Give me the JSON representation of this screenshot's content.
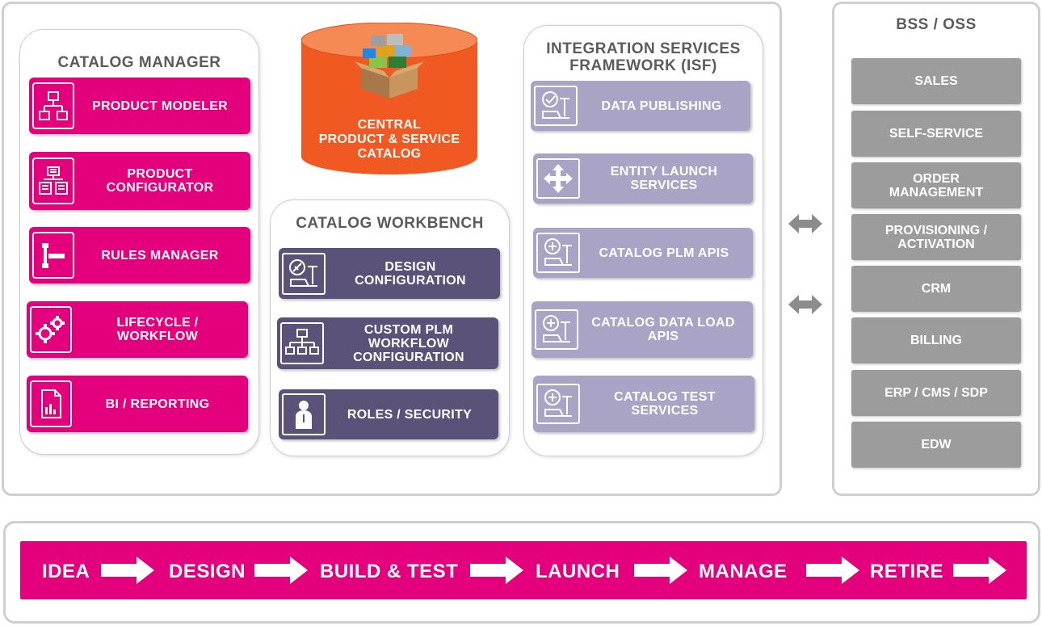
{
  "catalog_manager": {
    "title": "CATALOG MANAGER",
    "items": [
      {
        "label": "PRODUCT MODELER",
        "icon": "hierarchy-icon"
      },
      {
        "label": "PRODUCT\nCONFIGURATOR",
        "icon": "configurator-icon"
      },
      {
        "label": "RULES MANAGER",
        "icon": "gavel-icon"
      },
      {
        "label": "LIFECYCLE  /\nWORKFLOW",
        "icon": "gears-icon"
      },
      {
        "label": "BI / REPORTING",
        "icon": "report-icon"
      }
    ]
  },
  "central_catalog": {
    "label": "CENTRAL\nPRODUCT & SERVICE\nCATALOG",
    "icon": "box-of-blocks-icon"
  },
  "catalog_workbench": {
    "title": "CATALOG WORKBENCH",
    "items": [
      {
        "label": "DESIGN\nCONFIGURATION",
        "icon": "design-tool-icon"
      },
      {
        "label": "CUSTOM PLM\nWORKFLOW\nCONFIGURATION",
        "icon": "org-chart-icon"
      },
      {
        "label": "ROLES / SECURITY",
        "icon": "person-icon"
      }
    ]
  },
  "isf": {
    "title": "INTEGRATION SERVICES\nFRAMEWORK (ISF)",
    "items": [
      {
        "label": "DATA PUBLISHING",
        "icon": "publish-icon"
      },
      {
        "label": "ENTITY LAUNCH\nSERVICES",
        "icon": "move-arrows-icon"
      },
      {
        "label": "CATALOG PLM APIS",
        "icon": "api-icon"
      },
      {
        "label": "CATALOG DATA LOAD\nAPIS",
        "icon": "api-icon"
      },
      {
        "label": "CATALOG TEST\nSERVICES",
        "icon": "api-icon"
      }
    ]
  },
  "bss_oss": {
    "title": "BSS / OSS",
    "items": [
      "SALES",
      "SELF-SERVICE",
      "ORDER\nMANAGEMENT",
      "PROVISIONING /\nACTIVATION",
      "CRM",
      "BILLING",
      "ERP / CMS / SDP",
      "EDW"
    ]
  },
  "connectors": [
    "double-arrow-icon",
    "double-arrow-icon"
  ],
  "lifecycle": {
    "stages": [
      "IDEA",
      "DESIGN",
      "BUILD & TEST",
      "LAUNCH",
      "MANAGE",
      "RETIRE"
    ]
  },
  "colors": {
    "magenta": "#e4007c",
    "navy": "#5a5278",
    "lavender": "#a9a3c6",
    "gray": "#9c9c9c",
    "orange": "#f05a22"
  }
}
